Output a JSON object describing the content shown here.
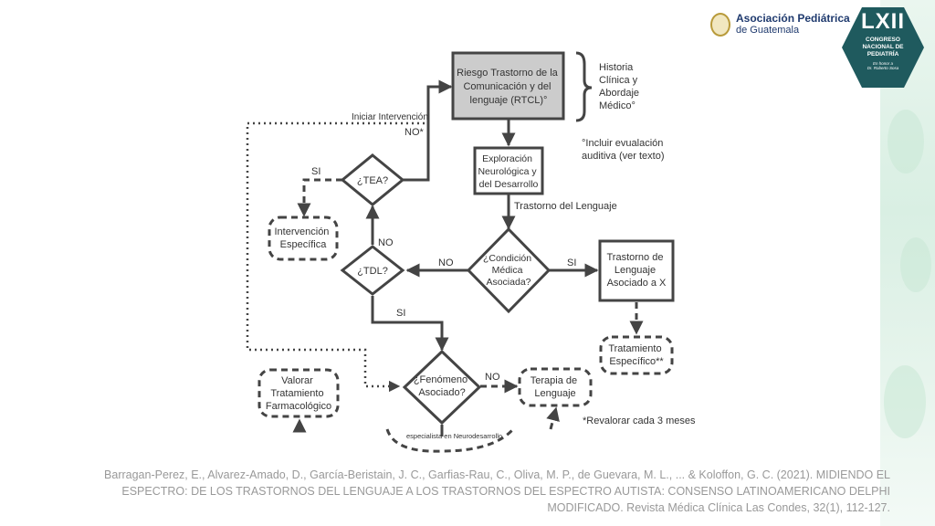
{
  "header": {
    "org_line1": "Asociación Pediátrica",
    "org_line2": "de Guatemala",
    "badge_roman": "LXII",
    "badge_line1": "CONGRESO",
    "badge_line2": "NACIONAL DE",
    "badge_line3": "PEDIATRÍA",
    "badge_honor1": "En honor a",
    "badge_honor2": "Dr. Roberto Sosa"
  },
  "flow": {
    "rtcl": [
      "Riesgo Trastorno de la",
      "Comunicación y del",
      "lenguaje (RTCL)°"
    ],
    "historia": [
      "Historia",
      "Clínica y",
      "Abordaje",
      "Médico°"
    ],
    "note_audit": [
      "°Incluir evualación",
      "auditiva (ver texto)"
    ],
    "exploracion": [
      "Exploración",
      "Neurológica y",
      "del Desarrollo"
    ],
    "trastorno_lenguaje": "Trastorno del Lenguaje",
    "condicion": [
      "¿Condición",
      "Médica",
      "Asociada?"
    ],
    "trastorno_x": [
      "Trastorno de",
      "Lenguaje",
      "Asociado a X"
    ],
    "tratamiento": [
      "Tratamiento",
      "Específico**"
    ],
    "tdl": "¿TDL?",
    "tea": "¿TEA?",
    "intervencion": [
      "Intervención",
      "Específica"
    ],
    "iniciar": "Iniciar Intervención",
    "no_star": "NO*",
    "fenomeno": [
      "¿Fenómeno",
      "Asociado?"
    ],
    "terapia": [
      "Terapia de",
      "Lenguaje"
    ],
    "valorar": [
      "Valorar",
      "Tratamiento",
      "Farmacológico"
    ],
    "especialista": "especialista en Neurodesarrollo",
    "revalorar": "*Revalorar cada 3 meses",
    "si": "SI",
    "no": "NO"
  },
  "citation": [
    "Barragan-Perez, E., Alvarez-Amado, D., García-Beristain, J. C., Garfias-Rau, C., Oliva, M. P., de Guevara, M. L., ... & Koloffon, G. C. (2021). MIDIENDO EL",
    "ESPECTRO: DE LOS TRASTORNOS DEL LENGUAJE A LOS TRASTORNOS DEL ESPECTRO AUTISTA: CONSENSO LATINOAMERICANO DELPHI",
    "MODIFICADO. Revista Médica Clínica Las Condes, 32(1), 112-127."
  ],
  "colors": {
    "accent_teal": "#1f5a5e",
    "navy": "#1f3a6e",
    "node_gray": "#cccccc",
    "line": "#444444"
  }
}
